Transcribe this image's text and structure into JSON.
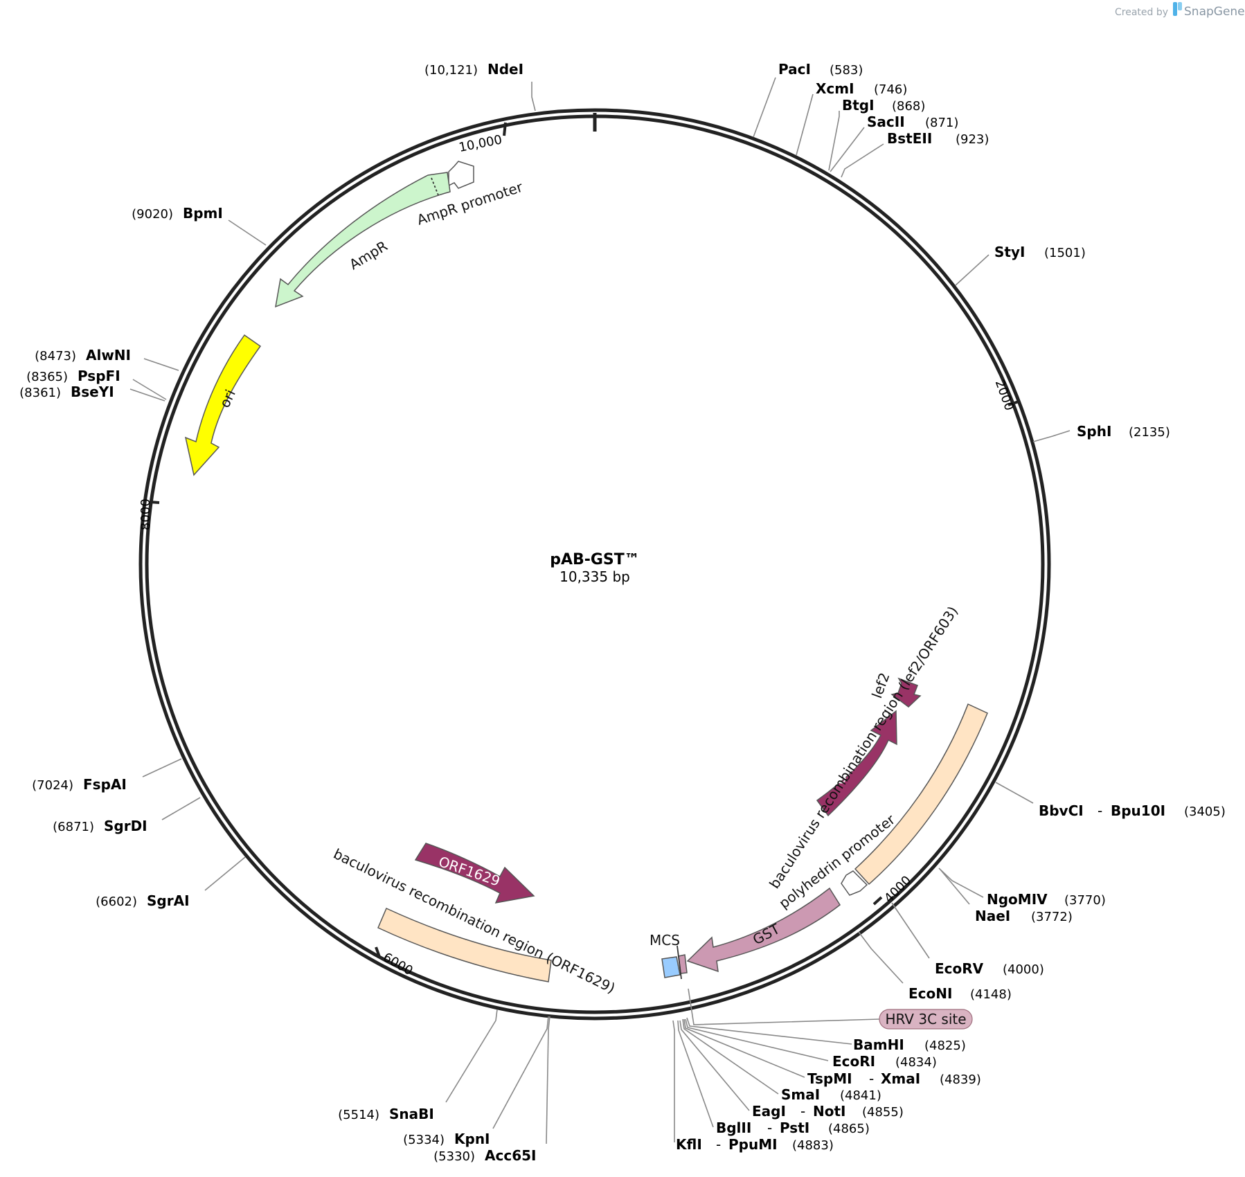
{
  "credit": {
    "prefix": "Created by",
    "brand": "SnapGene",
    "icon": "snapgene-logo-icon"
  },
  "plasmid": {
    "name": "pAB-GST™",
    "length": "10,335 bp"
  },
  "ticks": {
    "t10000": "10,000",
    "t2000": "2000",
    "t4000": "4000",
    "t6000": "6000",
    "t8000": "8000"
  },
  "features": {
    "ampr_promoter": "AmpR promoter",
    "ampr": "AmpR",
    "ori": "ori",
    "lef2": "lef2",
    "orf603": "ORF603",
    "bac_region_lef2": "baculovirus recombination region (lef2/ORF603)",
    "polyhedrin": "polyhedrin promoter",
    "gst": "GST",
    "mcs": "MCS",
    "orf1629": "ORF1629",
    "bac_region_orf1629": "baculovirus recombination region (ORF1629)",
    "hrv": "HRV 3C site"
  },
  "colors": {
    "ampr": "#ccf5cc",
    "ori": "#ffff00",
    "orf": "#993366",
    "bac_region": "#ffe4c4",
    "gst": "#cc99b2",
    "mcs": "#99ccff",
    "hrv": "#d9b3c2"
  },
  "sites": {
    "ndei": {
      "name": "NdeI",
      "pos": "(10,121)"
    },
    "paci": {
      "name": "PacI",
      "pos": "(583)"
    },
    "xcmi": {
      "name": "XcmI",
      "pos": "(746)"
    },
    "btgi": {
      "name": "BtgI",
      "pos": "(868)"
    },
    "sacii": {
      "name": "SacII",
      "pos": "(871)"
    },
    "bsteii": {
      "name": "BstEII",
      "pos": "(923)"
    },
    "styi": {
      "name": "StyI",
      "pos": "(1501)"
    },
    "sphi": {
      "name": "SphI",
      "pos": "(2135)"
    },
    "bbvci": {
      "name": "BbvCI",
      "name2": "Bpu10I",
      "pos": "(3405)"
    },
    "ngomiv": {
      "name": "NgoMIV",
      "pos": "(3770)"
    },
    "naei": {
      "name": "NaeI",
      "pos": "(3772)"
    },
    "ecorv": {
      "name": "EcoRV",
      "pos": "(4000)"
    },
    "econi": {
      "name": "EcoNI",
      "pos": "(4148)"
    },
    "bamhi": {
      "name": "BamHI",
      "pos": "(4825)"
    },
    "ecori": {
      "name": "EcoRI",
      "pos": "(4834)"
    },
    "tspmi": {
      "name": "TspMI",
      "name2": "XmaI",
      "pos": "(4839)"
    },
    "smai": {
      "name": "SmaI",
      "pos": "(4841)"
    },
    "eagi": {
      "name": "EagI",
      "name2": "NotI",
      "pos": "(4855)"
    },
    "bglii": {
      "name": "BglII",
      "name2": "PstI",
      "pos": "(4865)"
    },
    "kfli": {
      "name": "KflI",
      "name2": "PpuMI",
      "pos": "(4883)"
    },
    "snabi": {
      "name": "SnaBI",
      "pos": "(5514)"
    },
    "kpni": {
      "name": "KpnI",
      "pos": "(5334)"
    },
    "acc65i": {
      "name": "Acc65I",
      "pos": "(5330)"
    },
    "sgrai": {
      "name": "SgrAI",
      "pos": "(6602)"
    },
    "sgrdi": {
      "name": "SgrDI",
      "pos": "(6871)"
    },
    "fspai": {
      "name": "FspAI",
      "pos": "(7024)"
    },
    "bseyi": {
      "name": "BseYI",
      "pos": "(8361)"
    },
    "pspfi": {
      "name": "PspFI",
      "pos": "(8365)"
    },
    "alwni": {
      "name": "AlwNI",
      "pos": "(8473)"
    },
    "bpmi": {
      "name": "BpmI",
      "pos": "(9020)"
    }
  },
  "separator": "-"
}
